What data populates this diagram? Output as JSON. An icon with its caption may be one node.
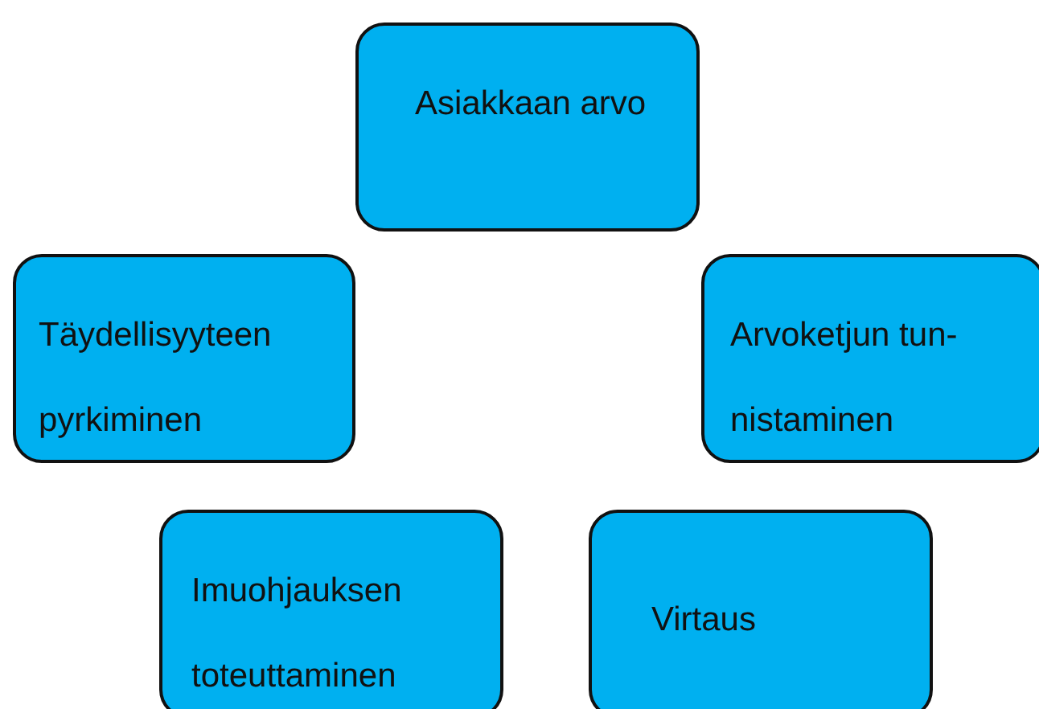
{
  "diagram": {
    "nodes": [
      {
        "text": [
          "Asiakkaan arvo"
        ]
      },
      {
        "text": [
          "Täydellisyyteen pyrkiminen"
        ]
      },
      {
        "text": [
          "Arvoketjun tun- nistaminen"
        ]
      },
      {
        "text": [
          "Imuohjauksen toteuttaminen"
        ]
      },
      {
        "text": [
          "Virtaus"
        ]
      }
    ]
  }
}
